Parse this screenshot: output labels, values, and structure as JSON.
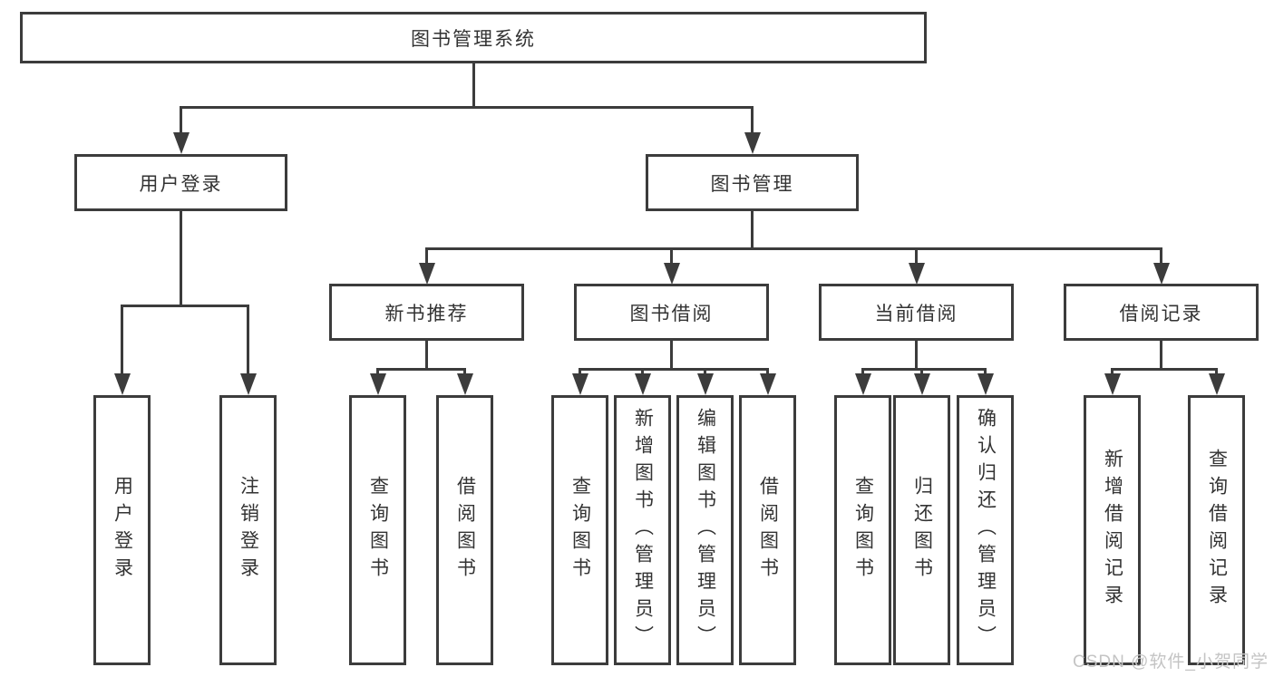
{
  "tree": {
    "root": {
      "label": "图书管理系统",
      "children": [
        {
          "label": "用户登录",
          "children": [
            {
              "label": "用户登录"
            },
            {
              "label": "注销登录"
            }
          ]
        },
        {
          "label": "图书管理",
          "children": [
            {
              "label": "新书推荐",
              "children": [
                {
                  "label": "查询图书"
                },
                {
                  "label": "借阅图书"
                }
              ]
            },
            {
              "label": "图书借阅",
              "children": [
                {
                  "label": "查询图书"
                },
                {
                  "label": "新增图书（管理员）"
                },
                {
                  "label": "编辑图书（管理员）"
                },
                {
                  "label": "借阅图书"
                }
              ]
            },
            {
              "label": "当前借阅",
              "children": [
                {
                  "label": "查询图书"
                },
                {
                  "label": "归还图书"
                },
                {
                  "label": "确认归还（管理员）"
                }
              ]
            },
            {
              "label": "借阅记录",
              "children": [
                {
                  "label": "新增借阅记录"
                },
                {
                  "label": "查询借阅记录"
                }
              ]
            }
          ]
        }
      ]
    }
  },
  "watermark": "CSDN @软件_小贺同学",
  "colors": {
    "line": "#3c3c3c",
    "text": "#333333",
    "watermark": "#c4c4c4",
    "background": "#ffffff"
  }
}
